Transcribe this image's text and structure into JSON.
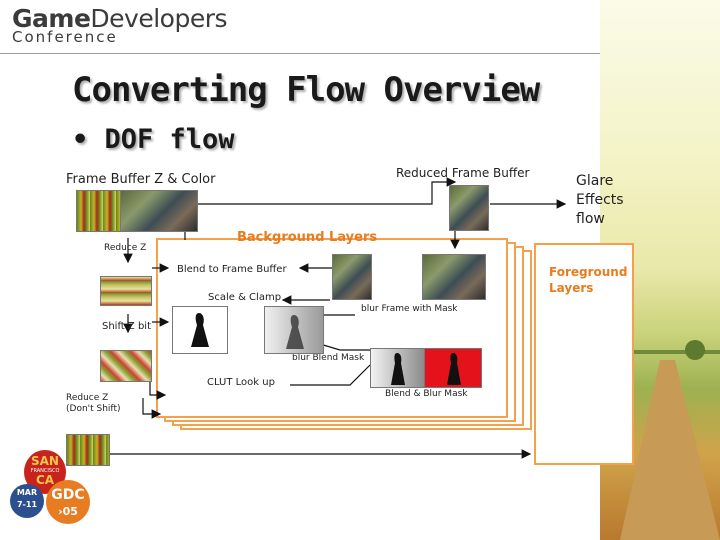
{
  "header": {
    "logo_game": "Game",
    "logo_dev": "Developers",
    "logo_conf": "Conference"
  },
  "slide": {
    "title": "Converting Flow Overview",
    "bullet": "• DOF flow"
  },
  "diagram": {
    "frame_buffer_label": "Frame Buffer  Z & Color",
    "reduced_frame_buffer": "Reduced Frame Buffer",
    "glare_effects": "Glare\nEffects\nflow",
    "background_layers": "Background Layers",
    "foreground_layers": "Foreground\nLayers",
    "reduce_z": "Reduce Z",
    "blend_to_frame_buffer": "Blend to Frame Buffer",
    "scale_clamp": "Scale  & Clamp",
    "blur_frame_with_mask": "blur Frame with Mask",
    "shift_z_bit": "Shift Z bit",
    "blur_blend_mask": "blur Blend Mask",
    "clut_look_up": "CLUT Look up",
    "blend_blur_mask": "Blend & Blur Mask",
    "reduce_z_dont_shift": "Reduce Z\n(Don't Shift)"
  },
  "badge": {
    "city_top": "SAN",
    "city_mid": "FRANCISCO",
    "state": "CA",
    "month": "MAR",
    "dates": "7-11",
    "gdc": "GDC",
    "year": "›05"
  },
  "colors": {
    "accent_orange": "#e87c1e",
    "layer_border": "#f3a14b",
    "badge_red": "#c8231c",
    "badge_orange": "#e77c22"
  }
}
